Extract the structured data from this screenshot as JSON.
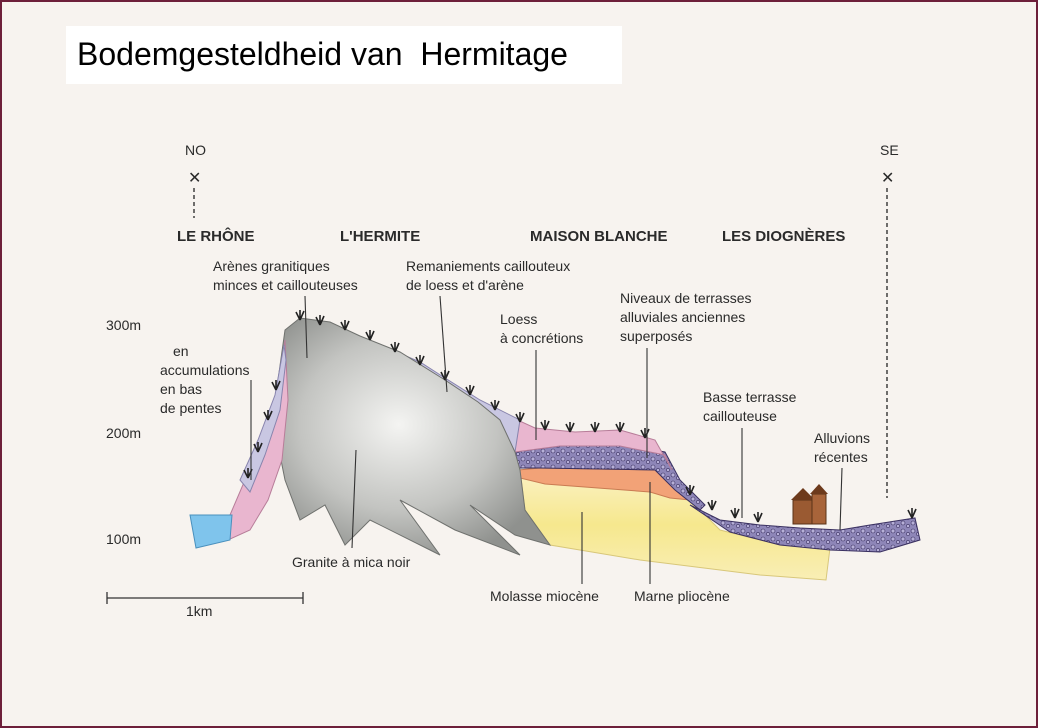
{
  "title": "Bodemgesteldheid van  Hermitage",
  "directions": {
    "left": "NO",
    "right": "SE"
  },
  "places": [
    "LE RHÔNE",
    "L'HERMITE",
    "MAISON BLANCHE",
    "LES DIOGNÈRES"
  ],
  "altitudes": [
    "300m",
    "200m",
    "100m"
  ],
  "scale": "1km",
  "labels": {
    "arenes_1": "Arènes granitiques",
    "arenes_2": "minces et caillouteuses",
    "remaniements_1": "Remaniements caillouteux",
    "remaniements_2": "de loess et d'arène",
    "loess_1": "Loess",
    "loess_2": "à concrétions",
    "niveaux_1": "Niveaux de terrasses",
    "niveaux_2": "alluviales anciennes",
    "niveaux_3": "superposés",
    "accum_1": "en",
    "accum_2": "accumulations",
    "accum_3": "en bas",
    "accum_4": "de pentes",
    "basse_1": "Basse terrasse",
    "basse_2": "caillouteuse",
    "alluvions_1": "Alluvions",
    "alluvions_2": "récentes",
    "granite": "Granite à mica noir",
    "molasse": "Molasse miocène",
    "marne": "Marne pliocène"
  },
  "colors": {
    "frame": "#6d1f3a",
    "granite": "#b9bbb8",
    "loess": "#e9b6cf",
    "alluvial": "#8e86b8",
    "marne": "#f2a277",
    "molasse": "#f5e58c",
    "water": "#7fc4ec"
  }
}
